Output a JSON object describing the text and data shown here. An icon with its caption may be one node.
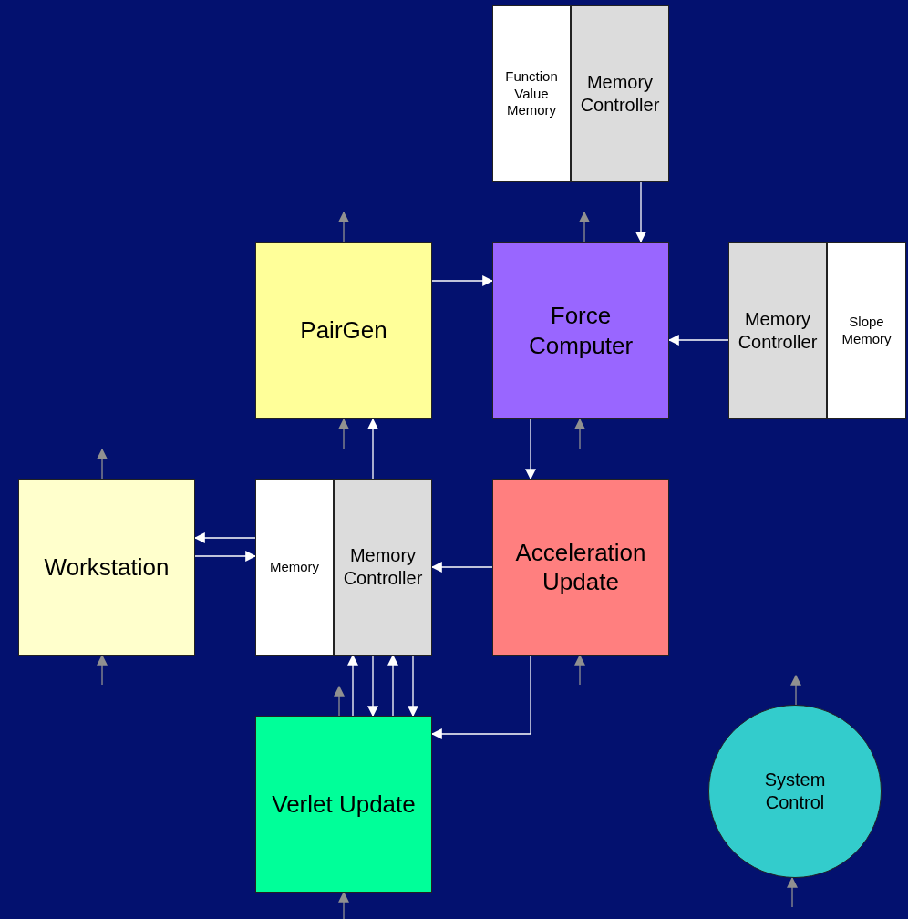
{
  "diagram": {
    "nodes": [
      {
        "text": [
          "Function Value Memory"
        ]
      },
      {
        "text": [
          "Memory Controller"
        ]
      },
      {
        "text": [
          "PairGen"
        ]
      },
      {
        "text": [
          "Force Computer"
        ]
      },
      {
        "text": [
          "Memory Controller"
        ]
      },
      {
        "text": [
          "Slope Memory"
        ]
      },
      {
        "text": [
          "Workstation"
        ]
      },
      {
        "text": [
          "Memory"
        ]
      },
      {
        "text": [
          "Memory Controller"
        ]
      },
      {
        "text": [
          "Acceleration Update"
        ]
      },
      {
        "text": [
          "Verlet Update"
        ]
      },
      {
        "text": [
          "System Control"
        ]
      }
    ],
    "edges": [
      {
        "from": 2,
        "to": 3,
        "arrow": "to"
      },
      {
        "from": 1,
        "to": 3,
        "arrow": "to"
      },
      {
        "from": 4,
        "to": 3,
        "arrow": "to"
      },
      {
        "from": 3,
        "to": 9,
        "arrow": "to"
      },
      {
        "from": 8,
        "to": 2,
        "arrow": "to"
      },
      {
        "from": 7,
        "to": 6,
        "arrow": "to"
      },
      {
        "from": 6,
        "to": 7,
        "arrow": "to"
      },
      {
        "from": 9,
        "to": 8,
        "arrow": "to"
      },
      {
        "from": 9,
        "to": 10,
        "arrow": "to"
      },
      {
        "from": 10,
        "to": 8,
        "arrow": "to"
      },
      {
        "from": 8,
        "to": 10,
        "arrow": "to"
      },
      {
        "from": 10,
        "to": 8,
        "arrow": "to"
      },
      {
        "from": 8,
        "to": 10,
        "arrow": "to"
      },
      {
        "from": 2,
        "to": null,
        "arrow": "to",
        "color": "#909090"
      },
      {
        "from": 3,
        "to": null,
        "arrow": "to",
        "color": "#909090"
      },
      {
        "from": null,
        "to": 2,
        "arrow": "to",
        "color": "#909090"
      },
      {
        "from": null,
        "to": 3,
        "arrow": "to",
        "color": "#909090"
      },
      {
        "from": 6,
        "to": null,
        "arrow": "to",
        "color": "#909090"
      },
      {
        "from": null,
        "to": 6,
        "arrow": "to",
        "color": "#909090"
      },
      {
        "from": null,
        "to": 9,
        "arrow": "to",
        "color": "#909090"
      },
      {
        "from": 10,
        "to": null,
        "arrow": "to",
        "color": "#909090"
      },
      {
        "from": null,
        "to": 10,
        "arrow": "to",
        "color": "#909090"
      },
      {
        "from": 11,
        "to": null,
        "arrow": "to",
        "color": "#909090"
      },
      {
        "from": null,
        "to": 11,
        "arrow": "to",
        "color": "#909090"
      }
    ]
  }
}
